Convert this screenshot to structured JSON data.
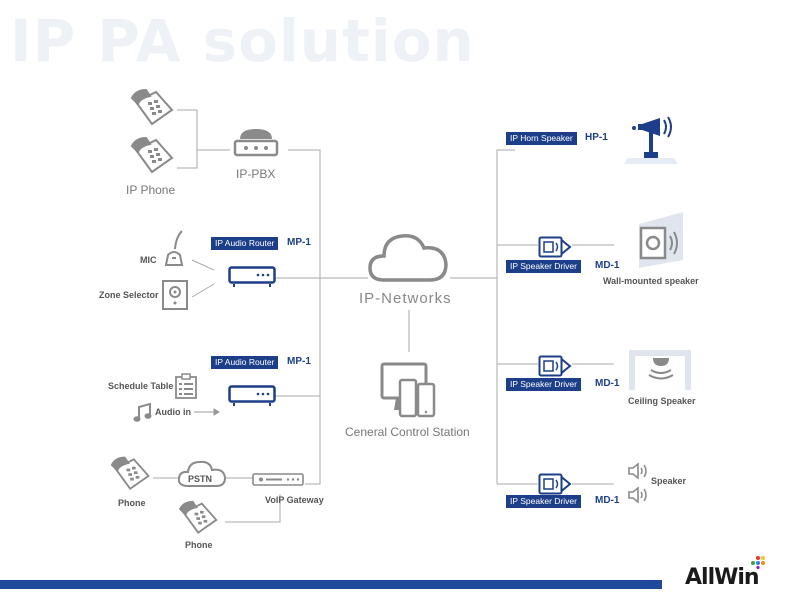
{
  "title": "IP PA solution",
  "left": {
    "ip_phone": "IP Phone",
    "ip_pbx": "IP-PBX",
    "router1": {
      "tag": "IP Audio Router",
      "model": "MP-1",
      "mic": "MIC",
      "zone_selector": "Zone Selector"
    },
    "router2": {
      "tag": "IP Audio Router",
      "model": "MP-1",
      "schedule_table": "Schedule Table",
      "audio_in": "Audio in"
    },
    "pstn": "PSTN",
    "voip_gateway": "VoIP Gateway",
    "phone_a": "Phone",
    "phone_b": "Phone"
  },
  "center": {
    "network": "IP-Networks",
    "control_station": "Ceneral Control Station"
  },
  "right": {
    "horn": {
      "tag": "IP Horn Speaker",
      "model": "HP-1"
    },
    "driver1": {
      "tag": "IP Speaker Driver",
      "model": "MD-1",
      "device": "Wall-mounted speaker"
    },
    "driver2": {
      "tag": "IP Speaker Driver",
      "model": "MD-1",
      "device": "Ceiling Speaker"
    },
    "driver3": {
      "tag": "IP Speaker Driver",
      "model": "MD-1",
      "device": "Speaker"
    }
  },
  "brand": "AllWin",
  "colors": {
    "accent": "#1d3f8a",
    "line": "#aaaaaa",
    "icon": "#8a8a8a",
    "title": "#eef1f6"
  },
  "icons": [
    "desk-phone-icon",
    "pbx-icon",
    "microphone-icon",
    "zone-selector-icon",
    "router-icon",
    "schedule-icon",
    "music-note-icon",
    "cloud-icon",
    "monitor-tablet-icon",
    "gateway-icon",
    "horn-speaker-icon",
    "wall-speaker-icon",
    "ceiling-speaker-icon",
    "speaker-icon",
    "driver-icon"
  ]
}
